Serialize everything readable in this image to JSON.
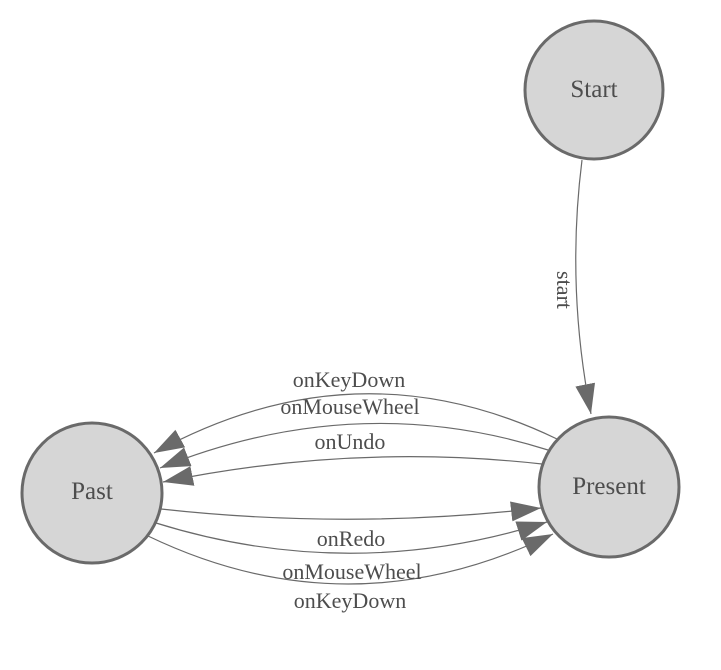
{
  "diagram": {
    "kind": "state-machine",
    "colors": {
      "background": "#ffffff",
      "node_fill": "#d6d6d6",
      "node_stroke": "#6a6a6a",
      "edge_stroke": "#6a6a6a",
      "label_text": "#4d4d4d"
    },
    "nodes": [
      {
        "id": "start",
        "label": "Start"
      },
      {
        "id": "past",
        "label": "Past"
      },
      {
        "id": "present",
        "label": "Present"
      }
    ],
    "edges": [
      {
        "from": "start",
        "to": "present",
        "label": "start"
      },
      {
        "from": "present",
        "to": "past",
        "label": "onKeyDown"
      },
      {
        "from": "present",
        "to": "past",
        "label": "onMouseWheel"
      },
      {
        "from": "present",
        "to": "past",
        "label": "onUndo"
      },
      {
        "from": "past",
        "to": "present",
        "label": "onRedo"
      },
      {
        "from": "past",
        "to": "present",
        "label": "onMouseWheel"
      },
      {
        "from": "past",
        "to": "present",
        "label": "onKeyDown"
      }
    ]
  }
}
